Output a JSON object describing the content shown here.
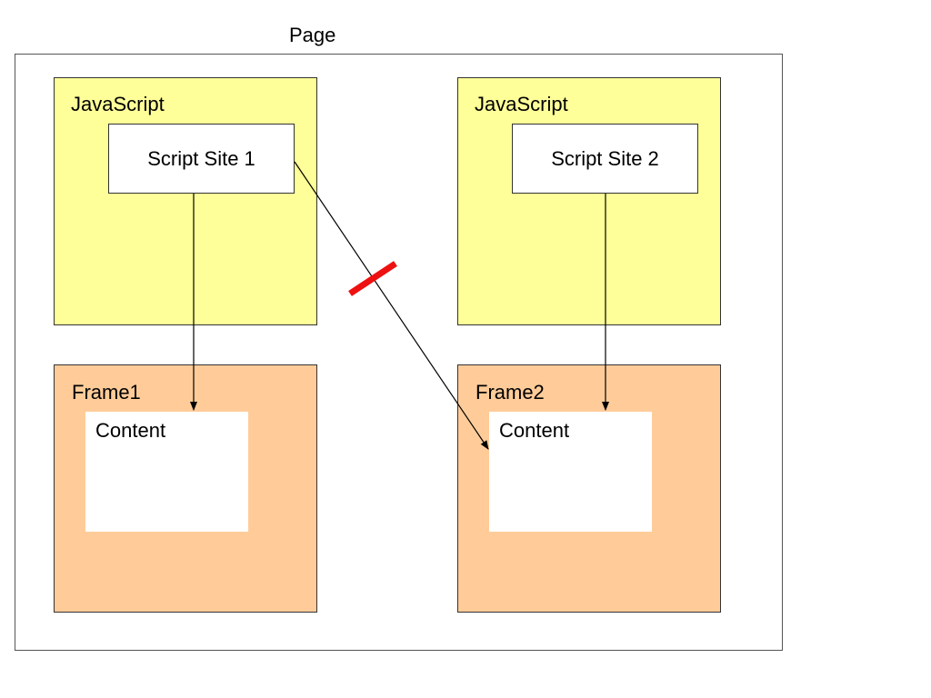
{
  "page": {
    "title": "Page"
  },
  "script_blocks": [
    {
      "label": "JavaScript",
      "site_label": "Script Site 1",
      "color": "#ffff99"
    },
    {
      "label": "JavaScript",
      "site_label": "Script Site 2",
      "color": "#ffff99"
    }
  ],
  "frames": [
    {
      "label": "Frame1",
      "content_label": "Content",
      "color": "#ffcc99"
    },
    {
      "label": "Frame2",
      "content_label": "Content",
      "color": "#ffcc99"
    }
  ],
  "blocked_marker_color": "#ee1111"
}
